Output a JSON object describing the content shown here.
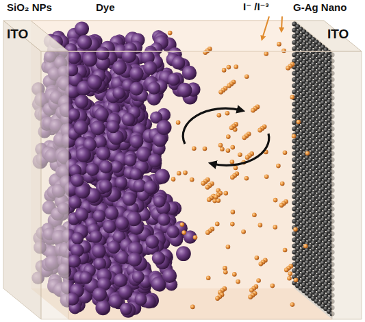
{
  "diagram": {
    "labels": [
      "SiO₂ NPs",
      "Dye",
      "I⁻ /I⁻³",
      "G-Ag Nano",
      "ITO",
      "ITO"
    ]
  }
}
